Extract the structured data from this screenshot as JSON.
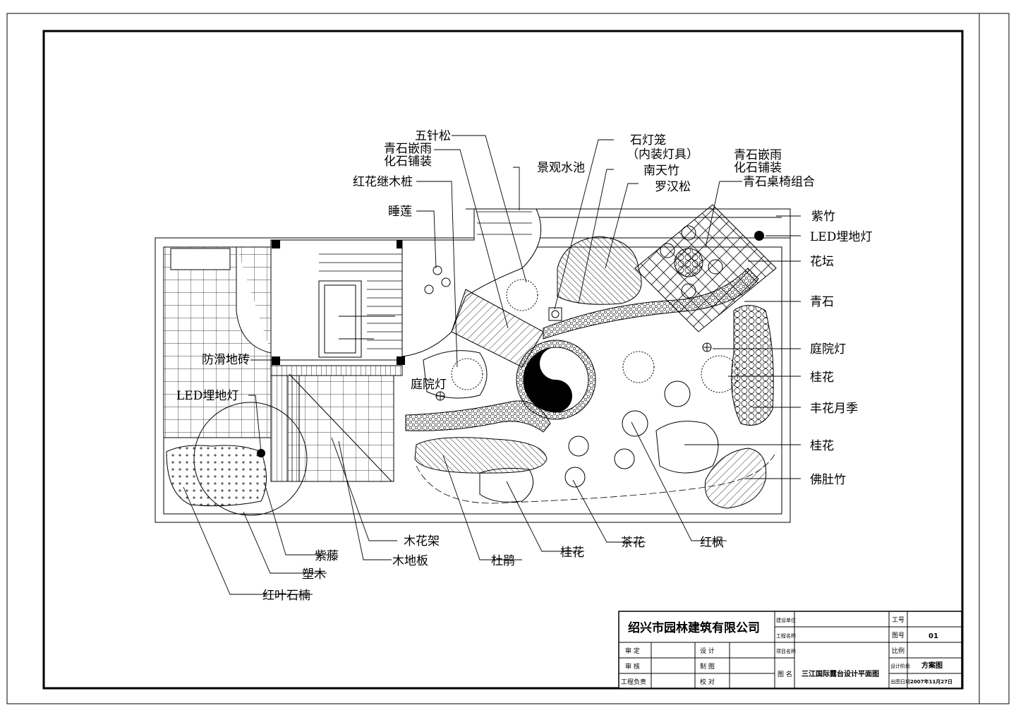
{
  "labels": {
    "wuzhensong": "五针松",
    "qingshi_yuhua_1a": "青石嵌雨",
    "qingshi_yuhua_1b": "化石铺装",
    "hongjimu": "红花继木桩",
    "jingguan_shuichi": "景观水池",
    "shuilian": "睡莲",
    "shidenglong_a": "石灯笼",
    "shidenglong_b": "（内装灯具）",
    "nantianzhu": "南天竹",
    "luohansong": "罗汉松",
    "qingshi_yuhua_2a": "青石嵌雨",
    "qingshi_yuhua_2b": "化石铺装",
    "qingshi_zhuoyi": "青石桌椅组合",
    "zizhu": "紫竹",
    "led_right": "LED埋地灯",
    "huatan": "花坛",
    "qingshi": "青石",
    "tingyuandeng_right": "庭院灯",
    "guihua_1": "桂花",
    "fenghua_yueji": "丰花月季",
    "guihua_2": "桂花",
    "fodu_zhu": "佛肚竹",
    "fanghua_dizhuan": "防滑地砖",
    "led_left": "LED埋地灯",
    "tingyuandeng_mid": "庭院灯",
    "muhuajia": "木花架",
    "zileng": "紫藤",
    "mudiban": "木地板",
    "sumu": "塑木",
    "hongye_shinan": "红叶石楠",
    "dujuan": "杜鹃",
    "guihua_3": "桂花",
    "chahua": "茶花",
    "hongfeng": "红枫"
  },
  "title_block": {
    "company": "绍兴市园林建筑有限公司",
    "shending": "审 定",
    "shenhe": "审 核",
    "gongcheng_fuze": "工程负责",
    "sheji": "设 计",
    "zhitu": "制 图",
    "jiaodui": "校 对",
    "jianshe_danwei": "建设单位",
    "gongcheng_mingcheng": "工程名称",
    "xiangmu_mingcheng": "项目名称",
    "tuming_label": "图 名",
    "tuming_value": "三江国际露台设计平面图",
    "gonghao": "工号",
    "tuhao": "图号",
    "tuhao_value": "01",
    "bili": "比例",
    "sheji_jieduan": "设计阶段",
    "jieduan_value": "方案图",
    "chutu_riqi": "出图日期",
    "riqi_value": "2007年11月27日"
  },
  "colors": {
    "ink": "#000000",
    "paper": "#ffffff"
  }
}
